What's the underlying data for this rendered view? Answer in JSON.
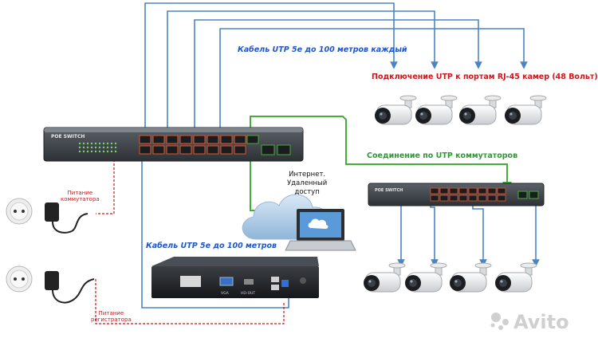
{
  "labels": {
    "cable_each": "Кабель UTP 5e до 100 метров каждый",
    "cameras_connection": "Подключение UTP к портам RJ-45 камер (48 Вольт)",
    "switch_connection": "Соединение по UTP коммутаторов",
    "internet": "Интернет.\nУдаленный\nдоступ",
    "power_switch": "Питание\nкоммутатора",
    "cable_recorder": "Кабель UTP 5e до 100 метров",
    "power_recorder": "Питание\nрегистратора"
  },
  "devices": {
    "switch_main_label": "POE SWITCH",
    "switch_second_label": "POE SWITCH",
    "nvr_port_labels": [
      "VGA",
      "HD-OUT"
    ]
  },
  "watermark": "Avito",
  "colors": {
    "cable_blue": "#4a84c8",
    "link_green": "#45ad3a",
    "power_red": "#d0161b",
    "label_blue": "#1f56c9"
  }
}
